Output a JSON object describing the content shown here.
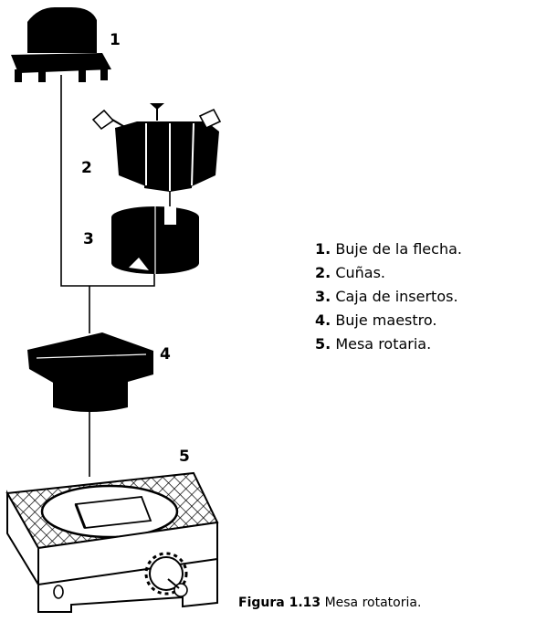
{
  "parts": [
    {
      "number": "1",
      "bold_label": "1.",
      "name": "Buje de la flecha."
    },
    {
      "number": "2",
      "bold_label": "2.",
      "name": "Cuñas."
    },
    {
      "number": "3",
      "bold_label": "3.",
      "name": "Caja de insertos."
    },
    {
      "number": "4",
      "bold_label": "4.",
      "name": "Buje maestro."
    },
    {
      "number": "5",
      "bold_label": "5.",
      "name": "Mesa rotaria."
    }
  ],
  "caption": {
    "figure": "Figura 1.13",
    "text": " Mesa rotatoria."
  },
  "colors": {
    "ink": "#000000",
    "paper": "#ffffff",
    "light_gray": "#e6e6e6"
  }
}
